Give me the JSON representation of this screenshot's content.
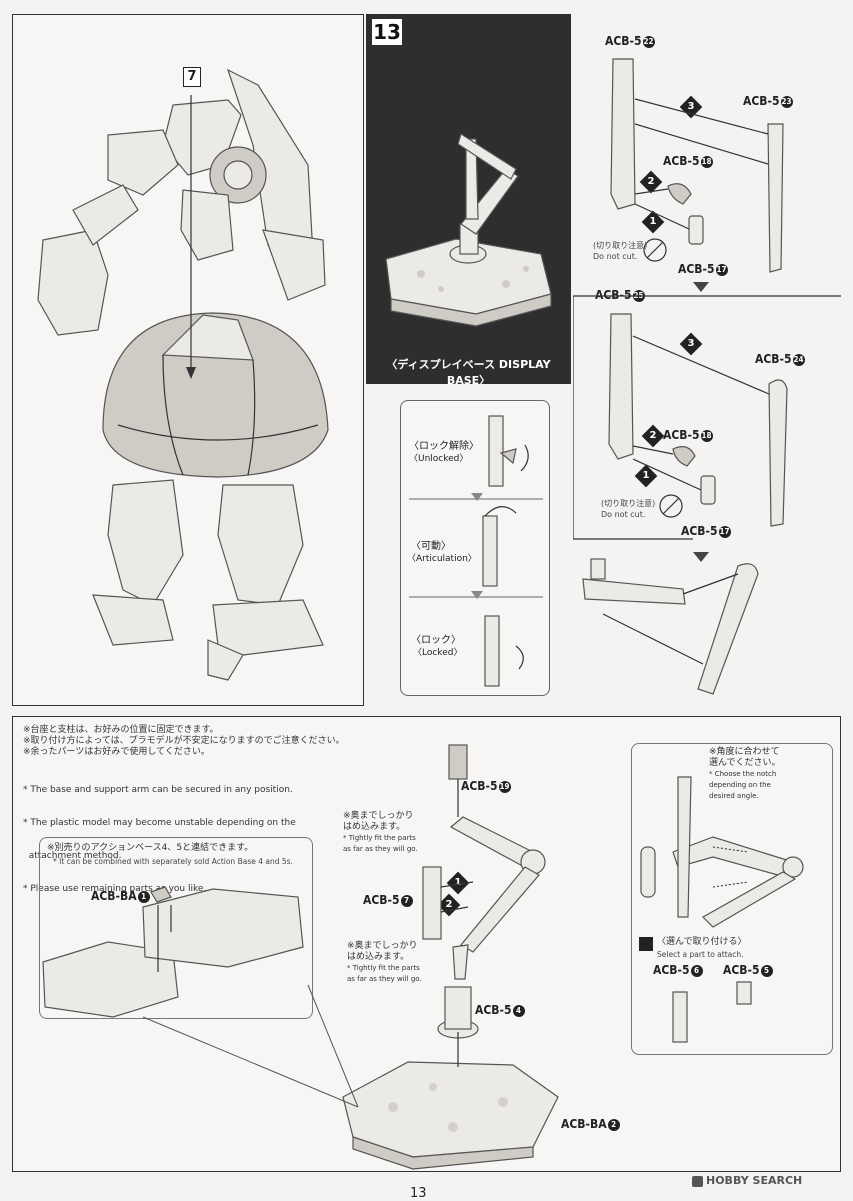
{
  "header": {
    "step7_number": "7",
    "step13_number": "13",
    "display_base_title": "〈ディスプレイベース DISPLAY BASE〉"
  },
  "top_right_a": {
    "part_acb5_22": {
      "prefix": "ACB-5",
      "num": "22"
    },
    "part_acb5_23": {
      "prefix": "ACB-5",
      "num": "23"
    },
    "part_acb5_18": {
      "prefix": "ACB-5",
      "num": "18"
    },
    "part_acb5_17": {
      "prefix": "ACB-5",
      "num": "17"
    },
    "do_not_cut_jp": "(切り取り注意)",
    "do_not_cut_en": "Do not cut.",
    "steps": [
      "1",
      "2",
      "3"
    ]
  },
  "top_right_b": {
    "part_acb5_25": {
      "prefix": "ACB-5",
      "num": "25"
    },
    "part_acb5_24": {
      "prefix": "ACB-5",
      "num": "24"
    },
    "part_acb5_18": {
      "prefix": "ACB-5",
      "num": "18"
    },
    "part_acb5_17": {
      "prefix": "ACB-5",
      "num": "17"
    },
    "do_not_cut_jp": "(切り取り注意)",
    "do_not_cut_en": "Do not cut.",
    "steps": [
      "1",
      "2",
      "3"
    ]
  },
  "states": [
    {
      "jp": "〈ロック解除〉",
      "en": "〈Unlocked〉"
    },
    {
      "jp": "〈可動〉",
      "en": "〈Articulation〉"
    },
    {
      "jp": "〈ロック〉",
      "en": "〈Locked〉"
    }
  ],
  "notes": {
    "jp": [
      "※台座と支柱は、お好みの位置に固定できます。",
      "※取り付け方によっては、プラモデルが不安定になりますのでご注意ください。",
      "※余ったパーツはお好みで使用してください。"
    ],
    "en": [
      "* The base and support arm can be secured in any position.",
      "* The plastic model may become unstable depending on the",
      "  attachment method.",
      "* Please use remaining parts as you like."
    ]
  },
  "separately_sold": {
    "jp": "※別売りのアクションベース4、5と連結できます。",
    "en": "* It can be combined with separately sold Action Base 4 and 5s."
  },
  "bottom_parts": {
    "acb_ba1": {
      "prefix": "ACB-BA",
      "num": "1"
    },
    "acb5_19": {
      "prefix": "ACB-5",
      "num": "19"
    },
    "acb5_7": {
      "prefix": "ACB-5",
      "num": "7"
    },
    "acb5_4": {
      "prefix": "ACB-5",
      "num": "4"
    },
    "acb_ba2": {
      "prefix": "ACB-BA",
      "num": "2"
    },
    "acb5_6": {
      "prefix": "ACB-5",
      "num": "6"
    },
    "acb5_5": {
      "prefix": "ACB-5",
      "num": "5"
    }
  },
  "fit_notes": [
    {
      "jp1": "※奥までしっかり",
      "jp2": "はめ込みます。",
      "en1": "* Tightly fit the parts",
      "en2": "as far as they will go."
    },
    {
      "jp1": "※奥までしっかり",
      "jp2": "はめ込みます。",
      "en1": "* Tightly fit the parts",
      "en2": "as far as they will go."
    }
  ],
  "angle_note": {
    "jp1": "※角度に合わせて",
    "jp2": "選んでください。",
    "en1": "* Choose the notch",
    "en2": "depending on the",
    "en3": "desired angle."
  },
  "select_part": {
    "jp": "〈選んで取り付ける〉",
    "en": "Select a part to attach."
  },
  "bottom_steps": [
    "1",
    "2"
  ],
  "watermark": "HOBBY SEARCH",
  "page_number": "13"
}
